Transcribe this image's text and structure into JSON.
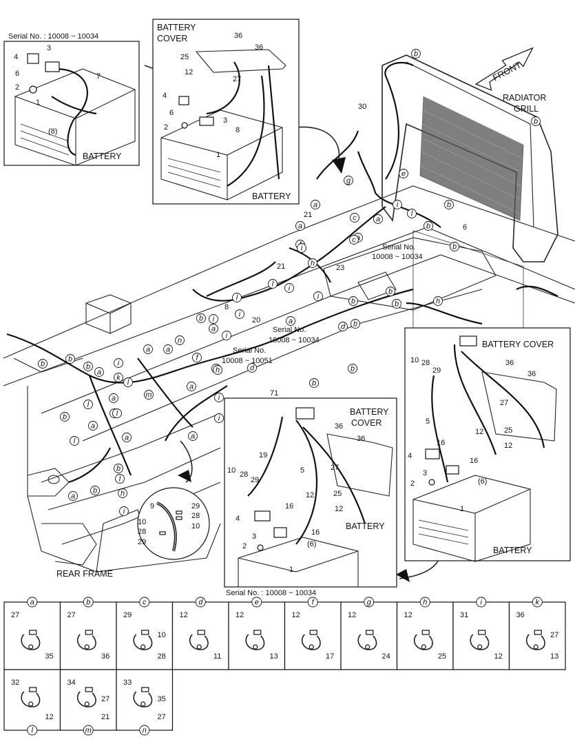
{
  "main_view": {
    "serial_a": "Serial No.",
    "serial_a2": "10008 ~ 10034",
    "serial_b": "Serial No.",
    "serial_b2": "10008 ~ 10034",
    "serial_c": "Serial No.",
    "serial_c2": "10008 ~ 10051",
    "front": "FRONT",
    "radiator_1": "RADIATOR",
    "radiator_2": "GRILL",
    "rear_frame": "REAR FRAME",
    "parts": [
      "30",
      "6",
      "21",
      "21",
      "23",
      "8",
      "20",
      "71",
      "9",
      "29",
      "28",
      "10",
      "10",
      "28",
      "29"
    ],
    "clamps": [
      "a",
      "b",
      "c",
      "d",
      "e",
      "f",
      "g",
      "h",
      "i",
      "k",
      "l",
      "m",
      "n"
    ]
  },
  "inset_top_left": {
    "serial": "Serial No. : 10008 ~ 10034",
    "title": "BATTERY",
    "parts": [
      "4",
      "3",
      "6",
      "7",
      "2",
      "1",
      "(8)"
    ]
  },
  "inset_top_mid": {
    "title_1": "BATTERY",
    "title_2": "COVER",
    "battery": "BATTERY",
    "parts": [
      "36",
      "25",
      "36",
      "12",
      "27",
      "4",
      "6",
      "3",
      "2",
      "8",
      "1"
    ]
  },
  "inset_right": {
    "title": "BATTERY COVER",
    "battery": "BATTERY",
    "parts": [
      "10",
      "28",
      "29",
      "36",
      "36",
      "27",
      "5",
      "25",
      "12",
      "12",
      "16",
      "4",
      "3",
      "16",
      "(6)",
      "2",
      "1"
    ]
  },
  "inset_bottom_mid": {
    "title_1": "BATTERY",
    "title_2": "COVER",
    "battery": "BATTERY",
    "serial": "Serial No. : 10008 ~ 10034",
    "parts": [
      "36",
      "36",
      "19",
      "5",
      "27",
      "10",
      "28",
      "29",
      "12",
      "25",
      "12",
      "4",
      "16",
      "3",
      "16",
      "(6)",
      "2",
      "1"
    ]
  },
  "legend": [
    {
      "clamp": "a",
      "parts": [
        "27",
        "35"
      ]
    },
    {
      "clamp": "b",
      "parts": [
        "27",
        "36"
      ]
    },
    {
      "clamp": "c",
      "parts": [
        "29",
        "28",
        "10"
      ]
    },
    {
      "clamp": "d",
      "parts": [
        "12",
        "11"
      ]
    },
    {
      "clamp": "e",
      "parts": [
        "12",
        "13"
      ]
    },
    {
      "clamp": "f",
      "parts": [
        "12",
        "17"
      ]
    },
    {
      "clamp": "g",
      "parts": [
        "12",
        "24"
      ]
    },
    {
      "clamp": "h",
      "parts": [
        "12",
        "25"
      ]
    },
    {
      "clamp": "i",
      "parts": [
        "31",
        "12"
      ]
    },
    {
      "clamp": "k",
      "parts": [
        "36",
        "13",
        "27"
      ]
    },
    {
      "clamp": "l",
      "parts": [
        "32",
        "12"
      ]
    },
    {
      "clamp": "m",
      "parts": [
        "34",
        "21",
        "27"
      ]
    },
    {
      "clamp": "n",
      "parts": [
        "33",
        "27",
        "35"
      ]
    }
  ]
}
